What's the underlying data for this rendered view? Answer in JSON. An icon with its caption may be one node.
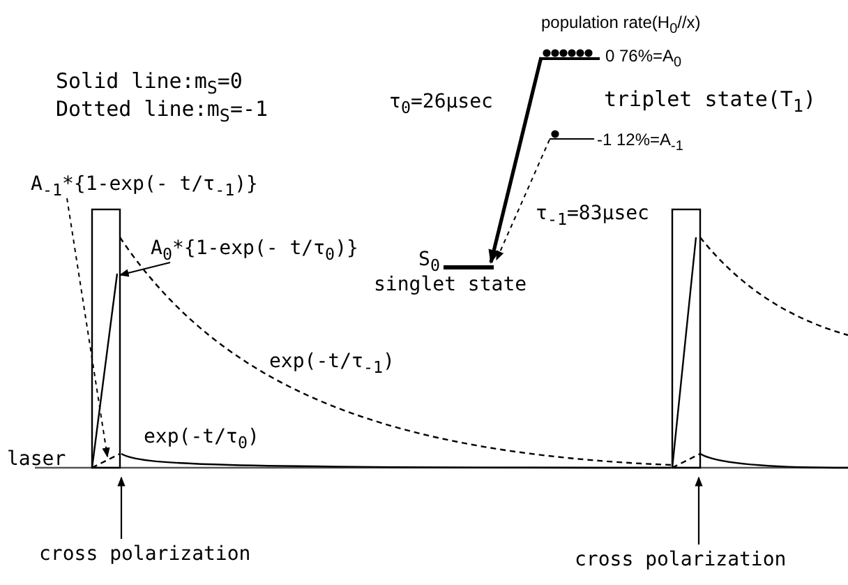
{
  "diagram": {
    "nodes": [
      {
        "text": [],
        "shape": "bar",
        "beside": [
          "0 76%=A$_{0}$"
        ]
      },
      {
        "text": [],
        "shape": "bar",
        "beside": [
          "-1 12%=A$_{-1}$"
        ]
      },
      {
        "text": [],
        "shape": "bar",
        "beside": [
          "S$_{0}$",
          "singlet state"
        ]
      },
      {
        "text": [
          "A$_{-1}$*{1-exp(- t/τ$_{-1}$)}"
        ]
      },
      {
        "text": [
          "A$_{0}$*{1-exp(- t/τ$_{0}$)}"
        ]
      },
      {
        "text": [
          "cross polarization"
        ]
      },
      {
        "text": [
          "cross polarization"
        ]
      }
    ],
    "edges": [
      {
        "from": 0,
        "to": 2,
        "arrow": "to",
        "label": "τ$_{0}$=26μsec",
        "style": "thick"
      },
      {
        "from": 1,
        "to": 2,
        "arrow": "to",
        "label": "τ$_{-1}$=83μsec",
        "style": "dashed"
      },
      {
        "from": 3,
        "to": null,
        "arrow": "to",
        "style": "dashed"
      },
      {
        "from": 4,
        "to": null,
        "arrow": "to"
      },
      {
        "from": 5,
        "to": null,
        "arrow": "to"
      },
      {
        "from": 6,
        "to": null,
        "arrow": "to"
      }
    ],
    "labels": [
      "Solid line:m$_{S}$=0",
      "Dotted line:m$_{S}$=-1",
      "population rate(H$_{0}$//x)",
      "triplet state(T$_{1}$)",
      "exp(-t/τ$_{-1}$)",
      "laser",
      "exp(-t/τ$_{0}$)"
    ]
  }
}
